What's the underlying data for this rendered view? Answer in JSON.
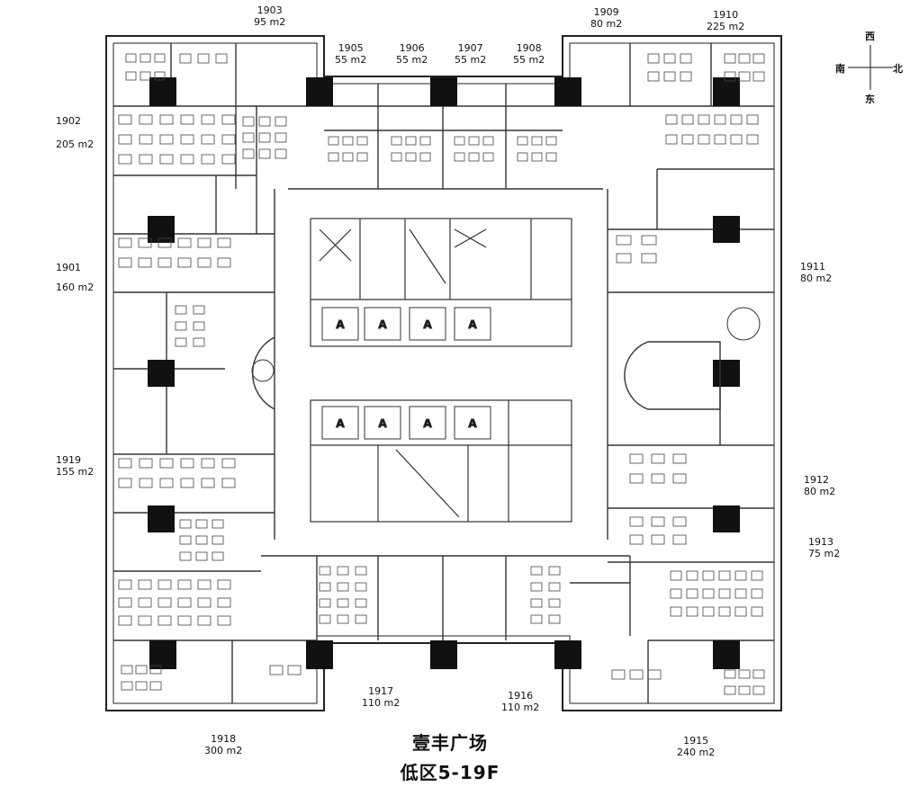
{
  "units": [
    {
      "id": "1903",
      "num": "1903",
      "area": "95 m2"
    },
    {
      "id": "1905",
      "num": "1905",
      "area": "55 m2"
    },
    {
      "id": "1906",
      "num": "1906",
      "area": "55 m2"
    },
    {
      "id": "1907",
      "num": "1907",
      "area": "55 m2"
    },
    {
      "id": "1908",
      "num": "1908",
      "area": "55 m2"
    },
    {
      "id": "1909",
      "num": "1909",
      "area": "80 m2"
    },
    {
      "id": "1910",
      "num": "1910",
      "area": "225 m2"
    },
    {
      "id": "1902",
      "num": "1902",
      "area": "205 m2"
    },
    {
      "id": "1901",
      "num": "1901",
      "area": "160 m2"
    },
    {
      "id": "1919",
      "num": "1919",
      "area": "155 m2"
    },
    {
      "id": "1911",
      "num": "1911",
      "area": "80 m2"
    },
    {
      "id": "1912",
      "num": "1912",
      "area": "80 m2"
    },
    {
      "id": "1913",
      "num": "1913",
      "area": "75 m2"
    },
    {
      "id": "1917",
      "num": "1917",
      "area": "110 m2"
    },
    {
      "id": "1916",
      "num": "1916",
      "area": "110 m2"
    },
    {
      "id": "1918",
      "num": "1918",
      "area": "300 m2"
    },
    {
      "id": "1915",
      "num": "1915",
      "area": "240 m2"
    }
  ],
  "title": {
    "line1": "壹丰广场",
    "line2": "低区5-19F"
  },
  "compass": {
    "top": "西",
    "left": "南",
    "right": "北",
    "bottom": "东"
  },
  "core": {
    "elevator_mark": "A"
  }
}
